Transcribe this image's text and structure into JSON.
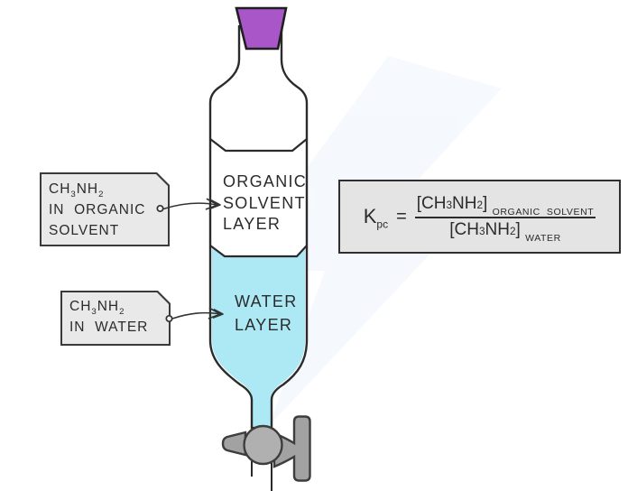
{
  "chem": {
    "c1": "CH",
    "s1": "3",
    "c2": "NH",
    "s2": "2"
  },
  "tags": {
    "organic": {
      "line2": "IN  ORGANIC",
      "line3": "SOLVENT"
    },
    "water": {
      "line2": "IN  WATER"
    }
  },
  "funnel": {
    "organic_layer": {
      "line1": "ORGANIC",
      "line2": "SOLVENT",
      "line3": "LAYER"
    },
    "water_layer": {
      "line1": "WATER",
      "line2": "LAYER"
    }
  },
  "equation": {
    "k": "K",
    "k_sub": "pc",
    "equals": "=",
    "bracket_open": "[",
    "bracket_close": "]",
    "numerator_sub": "ORGANIC  SOLVENT",
    "denominator_sub": "WATER"
  },
  "colors": {
    "water": "#ace9f4",
    "stopper": "#a956c9",
    "stopcock": "#b0b0b0",
    "stopcock_dark": "#a2a2a2",
    "tag_fill": "#e9e9e9",
    "equation_fill": "#e4e4e4",
    "outline": "#2b2b2b",
    "text": "#2b2b2b"
  }
}
